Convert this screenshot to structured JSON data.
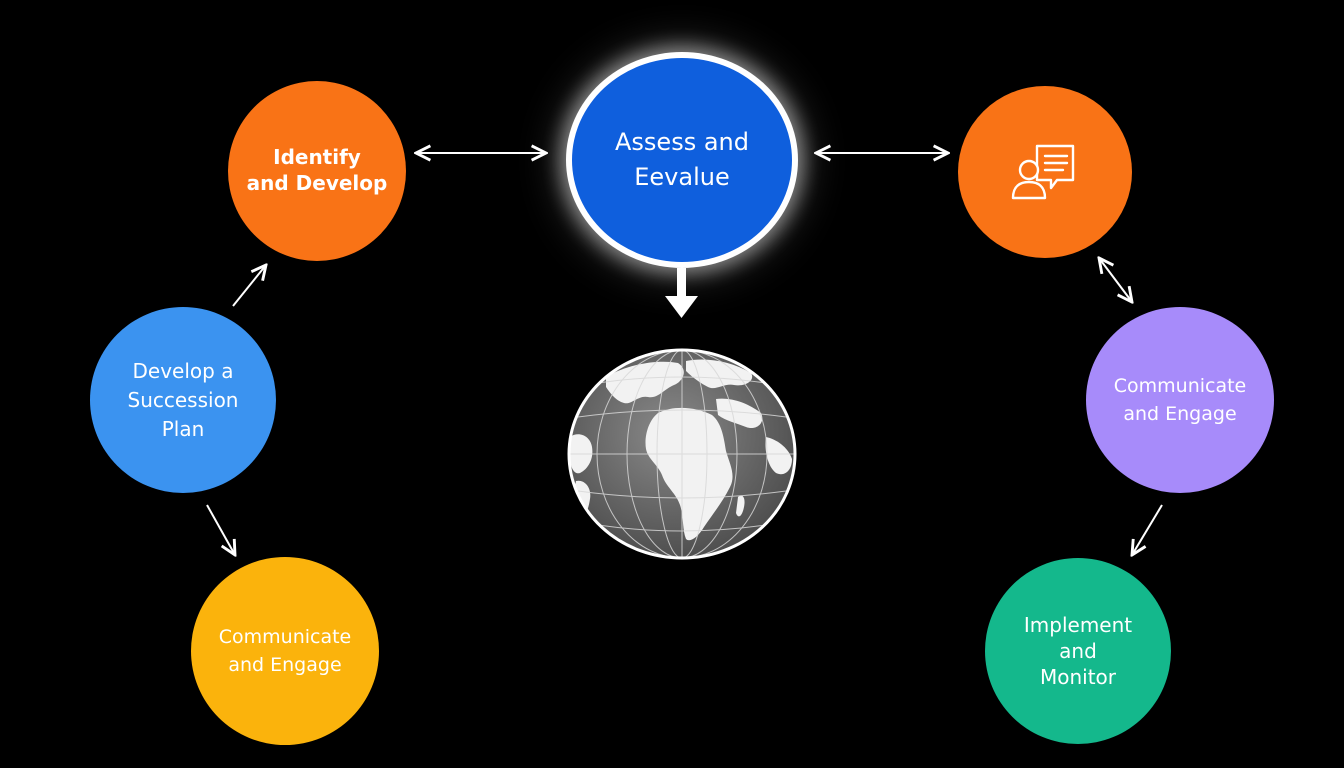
{
  "diagram": {
    "nodes": {
      "identify": {
        "label": "Identify\nand Develop",
        "color": "#f97316"
      },
      "assess": {
        "label": "Assess and\nEevalue",
        "color": "#0f5fdd"
      },
      "profile": {
        "icon": "person-document-icon",
        "color": "#f97316"
      },
      "develop_plan": {
        "label": "Develop a\nSuccession\nPlan",
        "color": "#3b93f0"
      },
      "communicate_right": {
        "label": "Communicate\nand Engage",
        "color": "#a78bfa"
      },
      "communicate_left": {
        "label": "Communicate\nand Engage",
        "color": "#fbb30c"
      },
      "implement": {
        "label": "Implement\nand\nMonitor",
        "color": "#14b88c"
      }
    },
    "center_image": {
      "icon": "globe-icon"
    },
    "connectors": [
      {
        "from": "identify",
        "to": "assess",
        "style": "double-arrow"
      },
      {
        "from": "assess",
        "to": "profile",
        "style": "double-arrow"
      },
      {
        "from": "assess",
        "to": "globe",
        "style": "bold-arrow"
      },
      {
        "from": "develop_plan",
        "to": "identify",
        "style": "arrow"
      },
      {
        "from": "develop_plan",
        "to": "communicate_left",
        "style": "arrow"
      },
      {
        "from": "profile",
        "to": "communicate_right",
        "style": "double-arrow"
      },
      {
        "from": "communicate_right",
        "to": "implement",
        "style": "arrow"
      }
    ]
  }
}
